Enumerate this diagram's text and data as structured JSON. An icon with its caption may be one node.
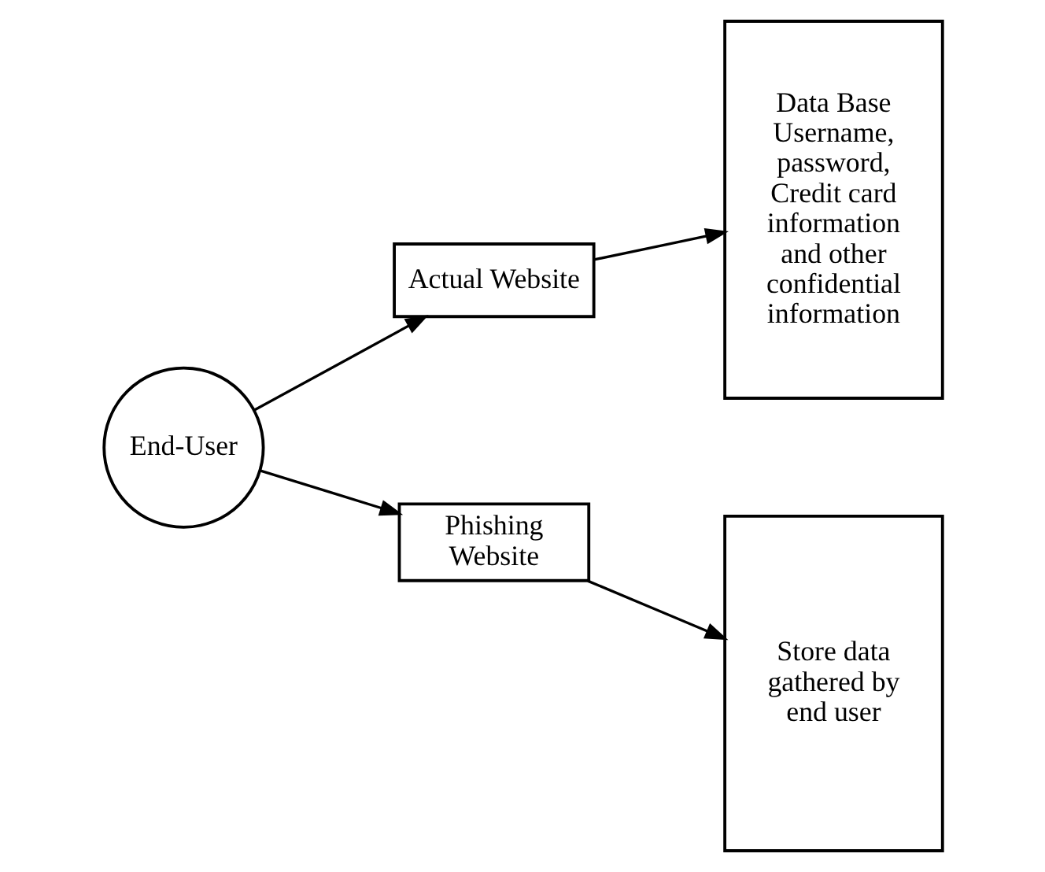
{
  "diagram": {
    "nodes": [
      {
        "text": [
          "End-User"
        ]
      },
      {
        "text": [
          "Actual Website"
        ]
      },
      {
        "text": [
          "Data Base",
          "Username, password, Credit card information and other confidential information"
        ]
      },
      {
        "text": [
          "Phishing Website"
        ]
      },
      {
        "text": [
          "Store data gathered by end user"
        ]
      }
    ],
    "edges": [
      {
        "from": 0,
        "to": 1,
        "arrow": "to"
      },
      {
        "from": 1,
        "to": 2,
        "arrow": "to"
      },
      {
        "from": 0,
        "to": 3,
        "arrow": "to"
      },
      {
        "from": 3,
        "to": 4,
        "arrow": "to"
      }
    ]
  }
}
